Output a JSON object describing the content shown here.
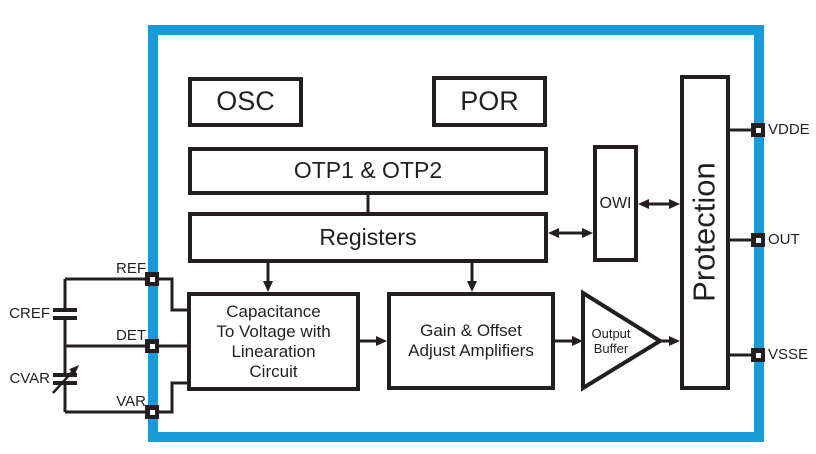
{
  "colors": {
    "chip_border": "#159bd8",
    "line": "#231f20"
  },
  "blocks": {
    "osc": {
      "label": "OSC"
    },
    "por": {
      "label": "POR"
    },
    "otp": {
      "label": "OTP1 & OTP2"
    },
    "registers": {
      "label": "Registers"
    },
    "c2v": {
      "lines": [
        "Capacitance",
        "To Voltage with",
        "Linearation",
        "Circuit"
      ]
    },
    "gain": {
      "lines": [
        "Gain & Offset",
        "Adjust Amplifiers"
      ]
    },
    "output_buffer": {
      "lines": [
        "Output",
        "Buffer"
      ]
    },
    "owi": {
      "label": "OWI"
    },
    "protection": {
      "label": "Protection"
    }
  },
  "pins": {
    "left": [
      {
        "name": "REF"
      },
      {
        "name": "DET"
      },
      {
        "name": "VAR"
      }
    ],
    "right": [
      {
        "name": "VDDE"
      },
      {
        "name": "OUT"
      },
      {
        "name": "VSSE"
      }
    ]
  },
  "external_components": {
    "cref": "CREF",
    "cvar": "CVAR"
  }
}
